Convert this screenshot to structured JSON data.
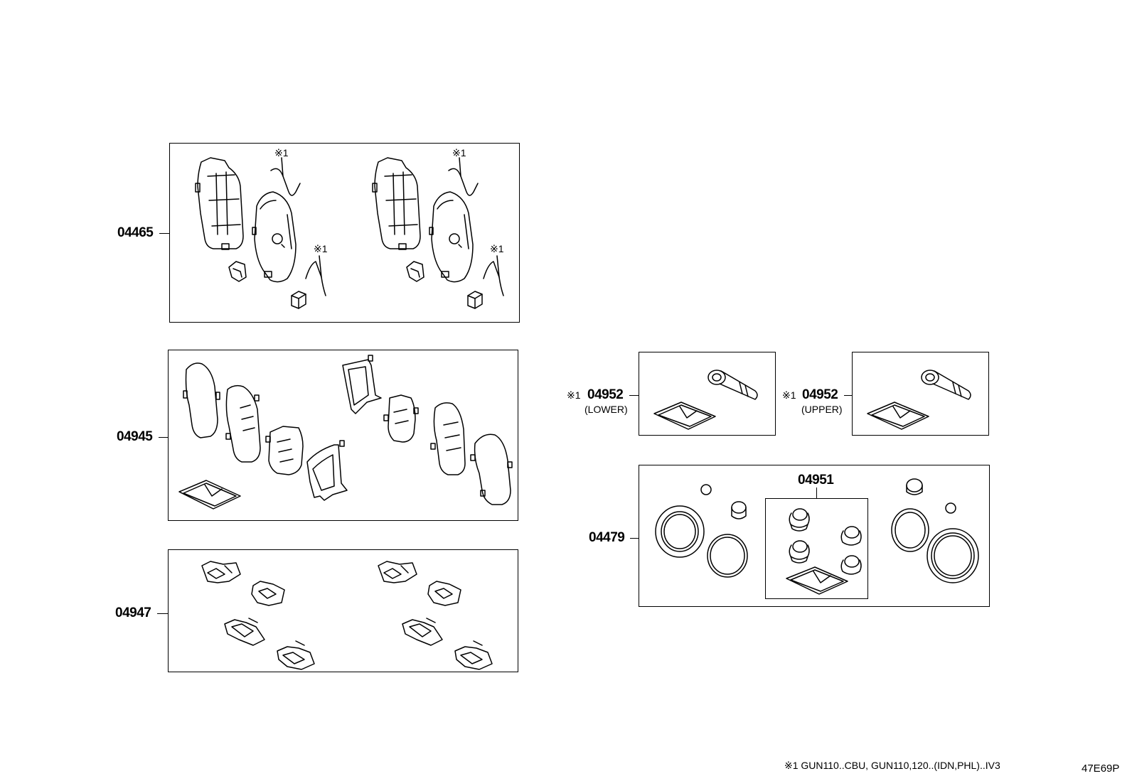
{
  "parts": {
    "pad_kit": {
      "number": "04465"
    },
    "shim_kit": {
      "number": "04945"
    },
    "fitting_kit": {
      "number": "04947"
    },
    "caliper_kit": {
      "number": "04479"
    },
    "boot_kit": {
      "number": "04951"
    },
    "slide_pin_lower": {
      "mark": "※1",
      "number": "04952",
      "position": "(LOWER)"
    },
    "slide_pin_upper": {
      "mark": "※1",
      "number": "04952",
      "position": "(UPPER)"
    }
  },
  "note_marks": [
    "※1",
    "※1",
    "※1",
    "※1"
  ],
  "footnote": {
    "text": "※1 GUN110..CBU, GUN110,120..(IDN,PHL)..IV3",
    "illustration_code": "47E69P"
  }
}
